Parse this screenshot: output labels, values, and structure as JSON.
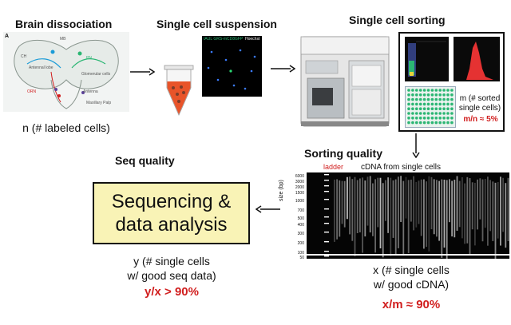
{
  "titles": {
    "brain": "Brain dissociation",
    "suspension": "Single cell suspension",
    "sorting": "Single cell sorting",
    "seq_quality": "Seq quality",
    "sorting_quality": "Sorting quality"
  },
  "brain_panel": {
    "panel_letter": "A",
    "labels": {
      "mb": "MB",
      "ch": "CH",
      "antennal_lobe": "Antennal lobe",
      "glomerular": "Glomerular cells",
      "antenna": "Antenna",
      "maxillary": "Maxillary Palp",
      "orn": "ORN",
      "pn": "PN"
    }
  },
  "brain_caption": "n (# labeled cells)",
  "suspension_label_green": "tAUL GRS-mCD8GFP",
  "suspension_label_white": "Hoechst",
  "sorting_caption": "m (# sorted single cells)",
  "sorting_ratio": "m/n ≈ 5%",
  "gel": {
    "ladder_label": "ladder",
    "header": "cDNA from single cells",
    "y_axis_label": "size (bp)",
    "ticks": [
      "6000",
      "3000",
      "2000",
      "1500",
      "1000",
      "700",
      "500",
      "400",
      "300",
      "200",
      "100",
      "50"
    ]
  },
  "sequencing_box": {
    "line1": "Sequencing &",
    "line2": "data analysis"
  },
  "x_caption": {
    "line1": "x (# single cells",
    "line2": "w/ good cDNA)"
  },
  "x_ratio": "x/m ≈ 90%",
  "y_caption": {
    "line1": "y (# single cells",
    "line2": "w/ good seq data)"
  },
  "y_ratio": "y/x > 90%",
  "colors": {
    "box_fill": "#f9f3b6",
    "red": "#d11f1f",
    "tube": "#e8542a",
    "green": "#2bb673"
  }
}
